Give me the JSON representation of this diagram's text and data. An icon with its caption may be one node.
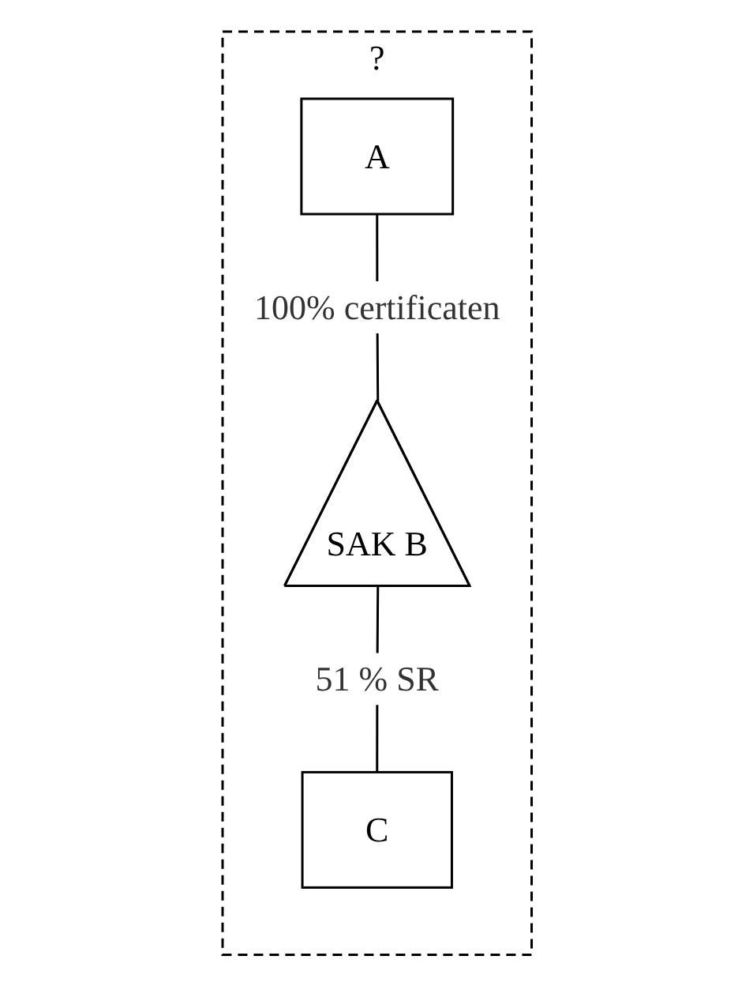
{
  "diagram": {
    "nodes": [
      {
        "text": [
          "?"
        ]
      },
      {
        "text": [
          "A"
        ],
        "in": 0
      },
      {
        "text": [
          "SAK B"
        ],
        "in": 0
      },
      {
        "text": [
          "C"
        ],
        "in": 0
      }
    ],
    "edges": [
      {
        "from": 1,
        "to": 2,
        "arrow": "none",
        "label": "100% certificaten"
      },
      {
        "from": 2,
        "to": 3,
        "arrow": "none",
        "label": "51 % SR"
      }
    ]
  }
}
